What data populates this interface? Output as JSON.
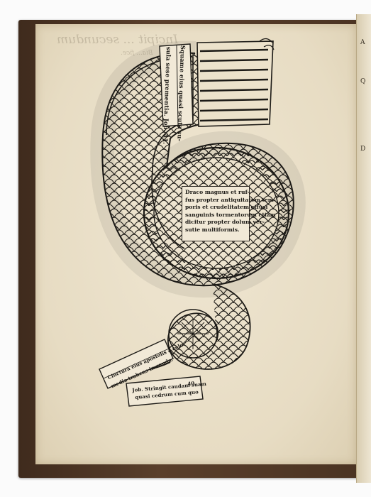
{
  "page": {
    "header_bleed": "Incipit ... secundum",
    "sub_bleed": "Bia... fice."
  },
  "scrolls": {
    "top_verse": "Squame eius quasi scuta su-",
    "top_verse_2": "sula sese prementia. Job. 41.",
    "tail_verse_1": "Cinctura eius apostolis a celo",
    "tail_verse_2": "media trahens in cauda.",
    "job_line_1": "Job. Stringit caudam suam",
    "job_line_2": "quasi cedrum cum quo",
    "job_line_3": "40."
  },
  "caption": {
    "lines": [
      "Draco magnus et ruf-",
      "fus propter antiquitatem tem-",
      "poris et crudelitatem effusi",
      "sanguinis tormentorum etiam",
      "dicitur propter dolum ver-",
      "sutie multiformis."
    ]
  },
  "edge_letters": [
    "A",
    "Q",
    "D"
  ],
  "colors": {
    "ink": "#1c1a16",
    "paper": "#ebe1c9",
    "binding": "#4a3322"
  }
}
